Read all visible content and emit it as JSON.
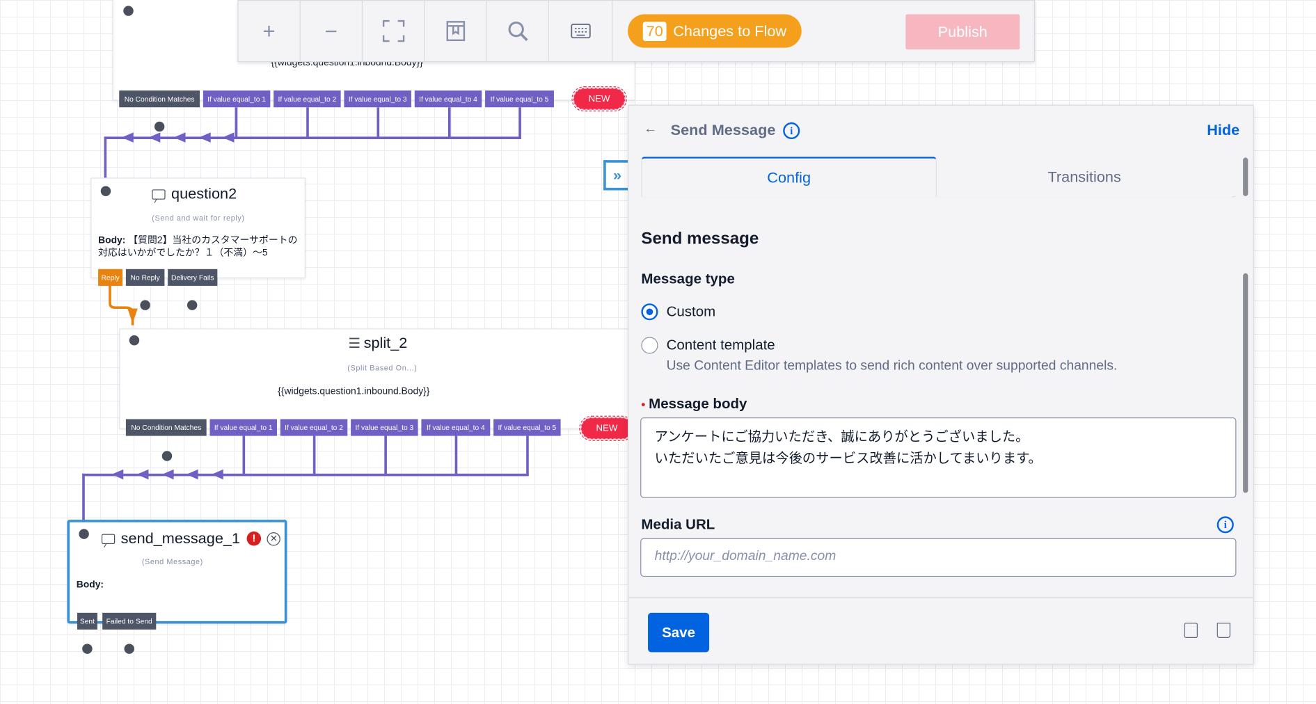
{
  "toolbar": {
    "changes_count": "70",
    "changes_label": "Changes to Flow",
    "publish_label": "Publish"
  },
  "flow": {
    "question1": {
      "expression": "{{widgets.question1.inbound.Body}}",
      "transitions": [
        "No Condition Matches",
        "If value equal_to 1",
        "If value equal_to 2",
        "If value equal_to 3",
        "If value equal_to 4",
        "If value equal_to 5"
      ],
      "new_label": "NEW"
    },
    "question2": {
      "title": "question2",
      "subtitle": "(Send and wait for reply)",
      "body_label": "Body:",
      "body_text": "【質問2】当社のカスタマーサポートの対応はいかがでしたか？１（不満）〜5",
      "transitions": [
        "Reply",
        "No Reply",
        "Delivery Fails"
      ]
    },
    "split_2": {
      "title": "split_2",
      "subtitle": "(Split Based On...)",
      "expression": "{{widgets.question1.inbound.Body}}",
      "transitions": [
        "No Condition Matches",
        "If value equal_to 1",
        "If value equal_to 2",
        "If value equal_to 3",
        "If value equal_to 4",
        "If value equal_to 5"
      ],
      "new_label": "NEW"
    },
    "send_message_1": {
      "title": "send_message_1",
      "subtitle": "(Send Message)",
      "body_label": "Body:",
      "transitions": [
        "Sent",
        "Failed to Send"
      ]
    }
  },
  "panel": {
    "back_glyph": "←",
    "title": "Send Message",
    "hide_label": "Hide",
    "tabs": [
      "Config",
      "Transitions"
    ],
    "section_title": "Send message",
    "message_type_label": "Message type",
    "options": [
      {
        "label": "Custom",
        "checked": true
      },
      {
        "label": "Content template",
        "checked": false
      }
    ],
    "content_template_help": "Use Content Editor templates to send rich content over supported channels.",
    "message_body_label": "Message body",
    "message_body_value": "アンケートにご協力いただき、誠にありがとうございました。\nいただいたご意見は今後のサービス改善に活かしてまいります。",
    "media_url_label": "Media URL",
    "media_url_placeholder": "http://your_domain_name.com",
    "save_label": "Save"
  },
  "colors": {
    "accent": "#0263e0",
    "connector": "#7160c4",
    "orange": "#f4a01c",
    "new_red": "#ef2947"
  }
}
